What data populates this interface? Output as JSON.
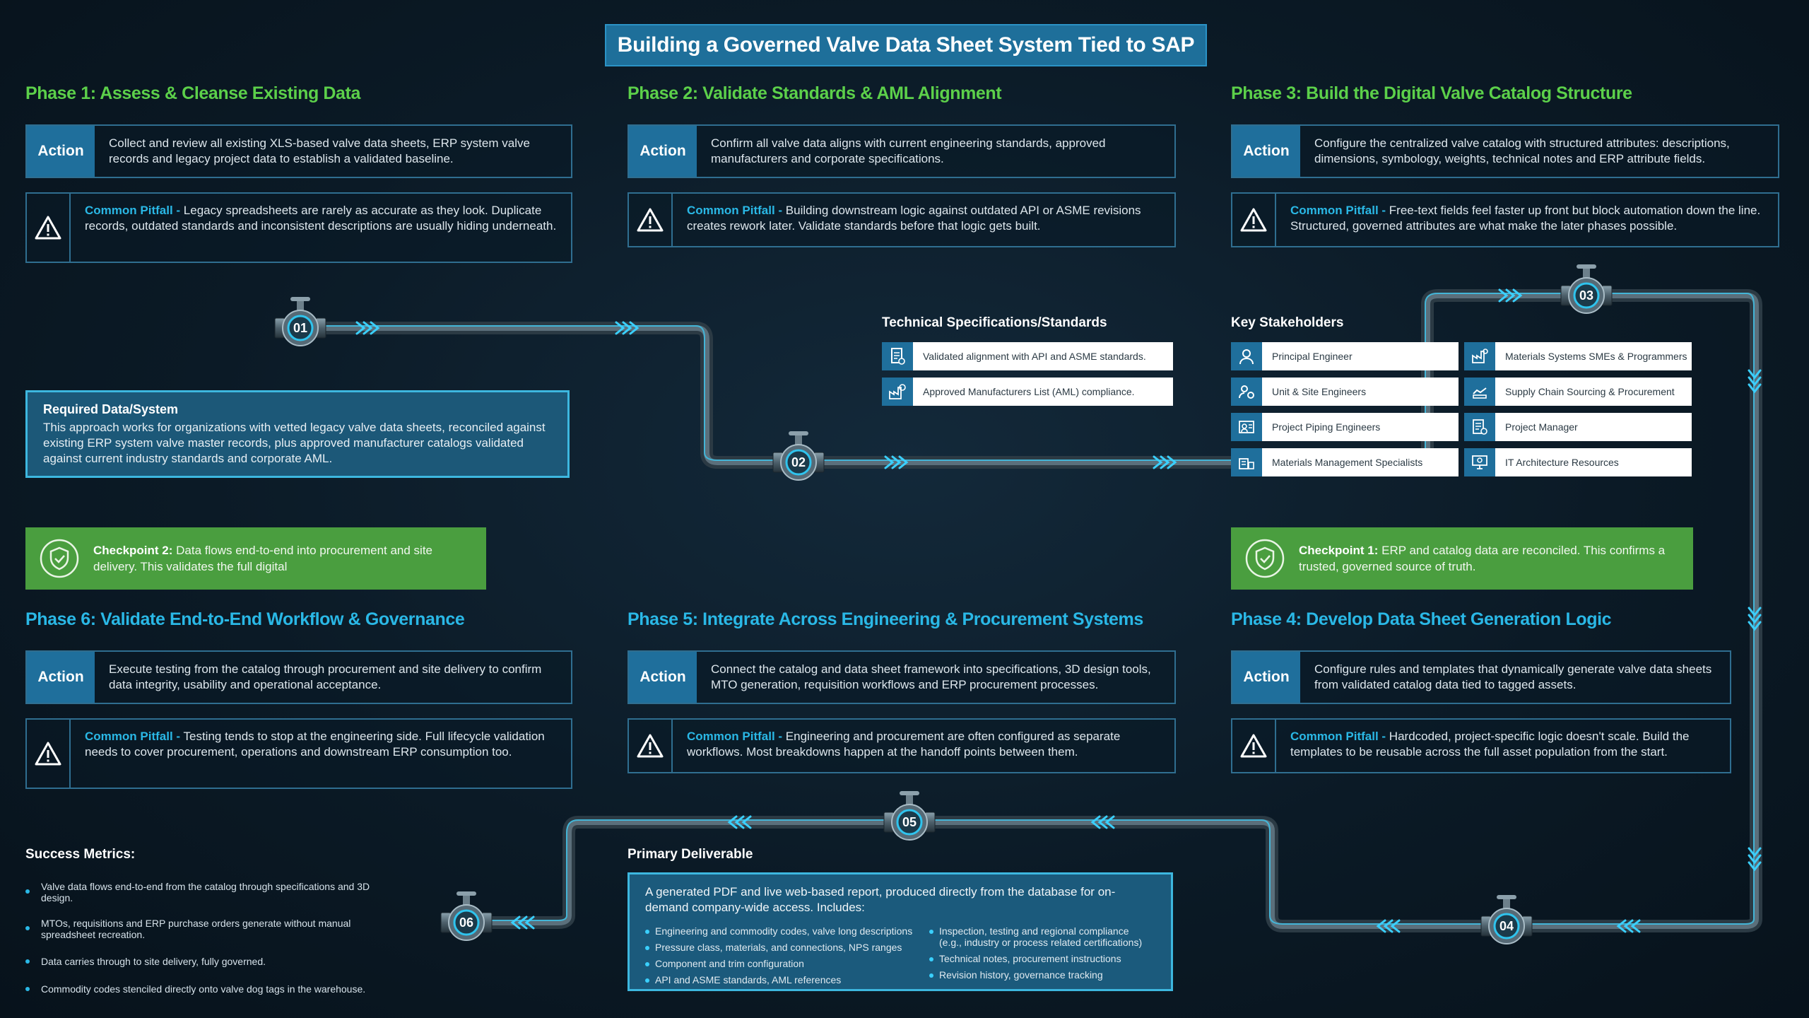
{
  "title": "Building a Governed Valve Data Sheet System Tied to SAP",
  "labels": {
    "action": "Action",
    "pitfall": "Common Pitfall -",
    "pitfall_alt": "Common Pitfall -"
  },
  "phases": [
    {
      "title": "Phase 1: Assess & Cleanse Existing Data",
      "action": "Collect and review all existing XLS-based valve data sheets, ERP system valve records and legacy project data to establish a validated baseline.",
      "pitfall": "Legacy spreadsheets are rarely as accurate as they look. Duplicate records, outdated standards and inconsistent descriptions are usually hiding underneath."
    },
    {
      "title": "Phase 2: Validate Standards & AML Alignment",
      "action": "Confirm all valve data aligns with current engineering standards, approved manufacturers and corporate specifications.",
      "pitfall": "Building downstream logic against outdated API or ASME revisions creates rework later. Validate standards before that logic gets built."
    },
    {
      "title": "Phase 3: Build the Digital Valve Catalog Structure",
      "action": "Configure the centralized valve catalog with structured attributes: descriptions, dimensions, symbology, weights, technical notes and ERP attribute fields.",
      "pitfall": "Free-text fields feel faster up front but block automation down the line. Structured, governed attributes are what make the later phases possible."
    },
    {
      "title": "Phase 4: Develop Data Sheet Generation Logic",
      "action": "Configure rules and templates that dynamically generate valve data sheets from validated catalog data tied to tagged assets.",
      "pitfall": "Hardcoded, project-specific logic doesn't scale. Build the templates to be reusable across the full asset population from the start."
    },
    {
      "title": "Phase 5: Integrate Across Engineering & Procurement Systems",
      "action": "Connect the catalog and data sheet framework into specifications, 3D design tools, MTO generation, requisition workflows and ERP procurement processes.",
      "pitfall": "Engineering and procurement are often configured as separate workflows. Most breakdowns happen at the handoff points between them."
    },
    {
      "title": "Phase 6: Validate End-to-End Workflow & Governance",
      "action": "Execute testing from the catalog through procurement and site delivery to confirm data integrity, usability and operational acceptance.",
      "pitfall": "Testing tends to stop at the engineering side. Full lifecycle validation needs to cover procurement, operations and downstream ERP consumption too."
    }
  ],
  "required": {
    "title": "Required Data/System",
    "text": "This approach works for organizations with vetted legacy valve data sheets, reconciled against existing ERP system valve master records, plus approved manufacturer catalogs validated against current industry standards and corporate AML."
  },
  "checkpoints": {
    "cp2_label": "Checkpoint 2:",
    "cp2_text": "Data flows end-to-end into procurement and site delivery. This validates the full digital",
    "cp1_label": "Checkpoint 1:",
    "cp1_text": "ERP and catalog data are reconciled. This confirms a trusted, governed source of truth."
  },
  "tech_specs": {
    "title": "Technical Specifications/Standards",
    "items": [
      {
        "icon": "document-standards-icon",
        "text": "Validated alignment with API and ASME standards."
      },
      {
        "icon": "factory-checklist-icon",
        "text": "Approved Manufacturers List (AML) compliance."
      }
    ]
  },
  "stakeholders": {
    "title": "Key Stakeholders",
    "items": [
      {
        "icon": "engineer-icon",
        "text": "Principal Engineer"
      },
      {
        "icon": "materials-sme-icon",
        "text": "Materials Systems SMEs & Programmers"
      },
      {
        "icon": "site-engineer-icon",
        "text": "Unit & Site Engineers"
      },
      {
        "icon": "supply-chain-icon",
        "text": "Supply Chain Sourcing & Procurement"
      },
      {
        "icon": "piping-engineer-icon",
        "text": "Project Piping Engineers"
      },
      {
        "icon": "project-manager-icon",
        "text": "Project Manager"
      },
      {
        "icon": "materials-management-icon",
        "text": "Materials Management Specialists"
      },
      {
        "icon": "it-architecture-icon",
        "text": "IT Architecture Resources"
      }
    ]
  },
  "success_metrics": {
    "title": "Success Metrics:",
    "items": [
      "Valve data flows end-to-end from the catalog through specifications and 3D design.",
      "MTOs, requisitions and ERP purchase orders generate without manual spreadsheet recreation.",
      "Data carries through to site delivery, fully governed.",
      "Commodity codes stenciled directly onto valve dog tags in the warehouse."
    ]
  },
  "deliverable": {
    "title": "Primary Deliverable",
    "intro": "A generated PDF and live web-based report, produced directly from the database for on-demand company-wide access. Includes:",
    "left": [
      "Engineering and commodity codes, valve long descriptions",
      "Pressure class, materials, and connections, NPS ranges",
      "Component and trim configuration",
      "API and ASME standards, AML references"
    ],
    "right": [
      "Inspection, testing and regional compliance (e.g., industry or process related certifications)",
      "Technical notes, procurement instructions",
      "Revision history, governance tracking"
    ]
  },
  "valves": [
    "01",
    "02",
    "03",
    "04",
    "05",
    "06"
  ],
  "colors": {
    "accent_blue": "#1f6f9c",
    "green_title": "#5cd04a",
    "cyan_title": "#2ab8e6",
    "checkpoint_green": "#4a9e3f",
    "background": "#0b1a26"
  }
}
